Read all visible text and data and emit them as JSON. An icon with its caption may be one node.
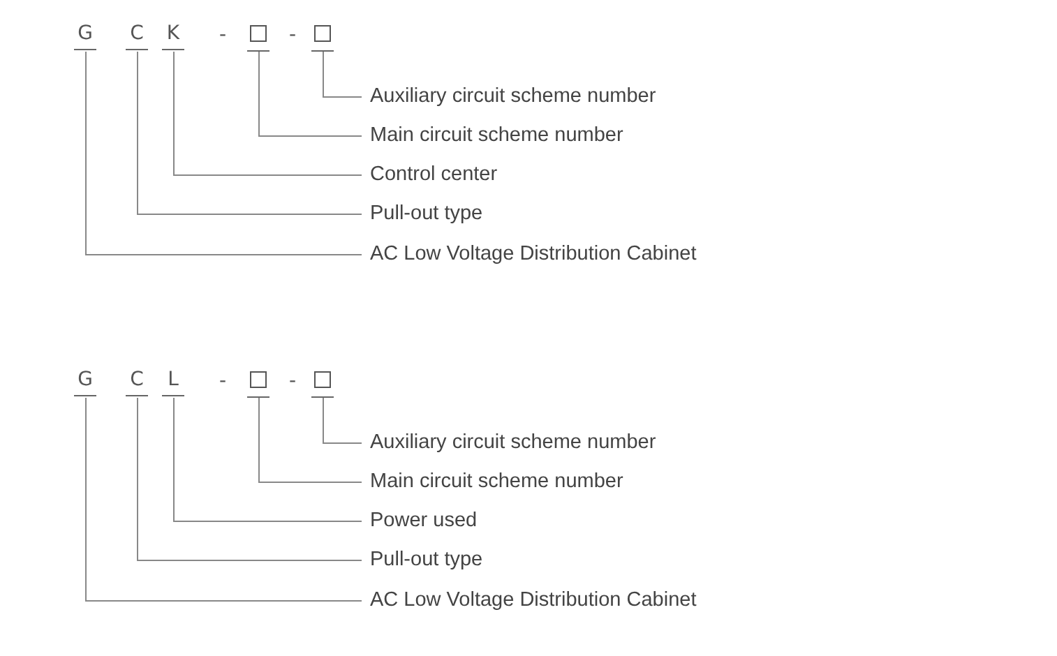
{
  "diagram": {
    "nodes": [
      {
        "text": [
          "G"
        ]
      },
      {
        "text": [
          "C"
        ]
      },
      {
        "text": [
          "K"
        ]
      },
      {
        "text": [],
        "shape": "box"
      },
      {
        "text": [],
        "shape": "box"
      },
      {
        "text": [
          "Auxiliary circuit scheme number"
        ]
      },
      {
        "text": [
          "Main circuit scheme number"
        ]
      },
      {
        "text": [
          "Control center"
        ]
      },
      {
        "text": [
          "Pull-out type"
        ]
      },
      {
        "text": [
          "AC Low Voltage Distribution Cabinet"
        ]
      },
      {
        "text": [
          "G"
        ]
      },
      {
        "text": [
          "C"
        ]
      },
      {
        "text": [
          "L"
        ]
      },
      {
        "text": [],
        "shape": "box"
      },
      {
        "text": [],
        "shape": "box"
      },
      {
        "text": [
          "Auxiliary circuit scheme number"
        ]
      },
      {
        "text": [
          "Main circuit scheme number"
        ]
      },
      {
        "text": [
          "Power used"
        ]
      },
      {
        "text": [
          "Pull-out type"
        ]
      },
      {
        "text": [
          "AC Low Voltage Distribution Cabinet"
        ]
      }
    ],
    "edges": [
      {
        "from": 4,
        "to": 5,
        "arrow": "none"
      },
      {
        "from": 3,
        "to": 6,
        "arrow": "none"
      },
      {
        "from": 2,
        "to": 7,
        "arrow": "none"
      },
      {
        "from": 1,
        "to": 8,
        "arrow": "none"
      },
      {
        "from": 0,
        "to": 9,
        "arrow": "none"
      },
      {
        "from": 14,
        "to": 15,
        "arrow": "none"
      },
      {
        "from": 13,
        "to": 16,
        "arrow": "none"
      },
      {
        "from": 12,
        "to": 17,
        "arrow": "none"
      },
      {
        "from": 11,
        "to": 18,
        "arrow": "none"
      },
      {
        "from": 10,
        "to": 19,
        "arrow": "none"
      }
    ],
    "labels": [
      "-",
      "-",
      "-",
      "-"
    ]
  }
}
